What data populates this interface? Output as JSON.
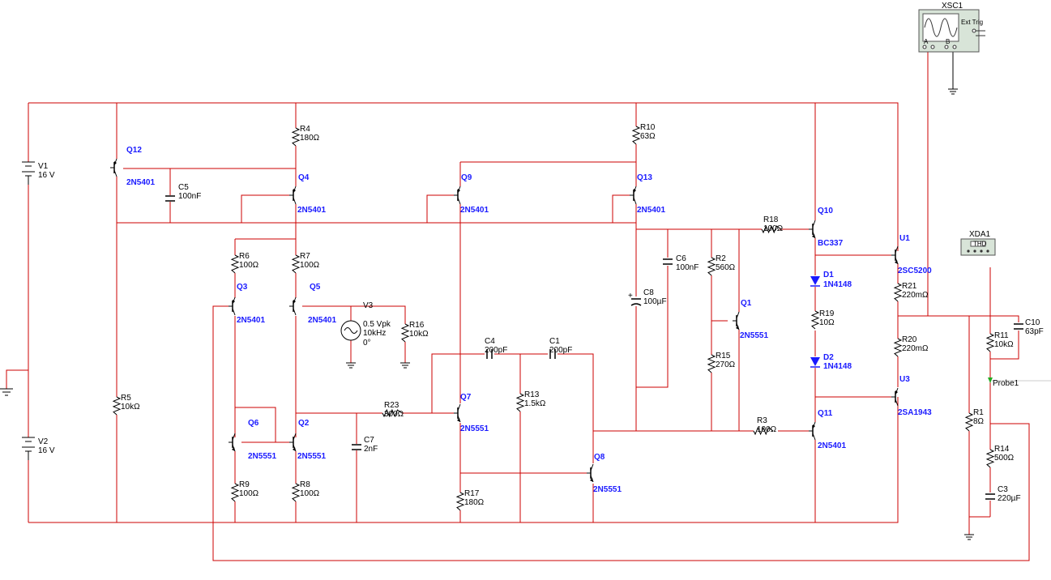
{
  "components": {
    "V1": {
      "ref": "V1",
      "value": "16 V"
    },
    "V2": {
      "ref": "V2",
      "value": "16 V"
    },
    "V3": {
      "ref": "V3",
      "value": "0.5 Vpk",
      "freq": "10kHz",
      "phase": "0°"
    },
    "Q1": {
      "ref": "Q1",
      "part": "2N5551"
    },
    "Q2": {
      "ref": "Q2",
      "part": "2N5551"
    },
    "Q3": {
      "ref": "Q3",
      "part": "2N5401"
    },
    "Q4": {
      "ref": "Q4",
      "part": "2N5401"
    },
    "Q5": {
      "ref": "Q5",
      "part": "2N5401"
    },
    "Q6": {
      "ref": "Q6",
      "part": "2N5551"
    },
    "Q7": {
      "ref": "Q7",
      "part": "2N5551"
    },
    "Q8": {
      "ref": "Q8",
      "part": "2N5551"
    },
    "Q9": {
      "ref": "Q9",
      "part": "2N5401"
    },
    "Q10": {
      "ref": "Q10",
      "part": "BC337"
    },
    "Q11": {
      "ref": "Q11",
      "part": "2N5401"
    },
    "Q12": {
      "ref": "Q12",
      "part": "2N5401"
    },
    "Q13": {
      "ref": "Q13",
      "part": "2N5401"
    },
    "U1": {
      "ref": "U1",
      "part": "2SC5200"
    },
    "U3": {
      "ref": "U3",
      "part": "2SA1943"
    },
    "R1": {
      "ref": "R1",
      "value": "8Ω"
    },
    "R2": {
      "ref": "R2",
      "value": "560Ω"
    },
    "R3": {
      "ref": "R3",
      "value": "100Ω"
    },
    "R4": {
      "ref": "R4",
      "value": "180Ω"
    },
    "R5": {
      "ref": "R5",
      "value": "10kΩ"
    },
    "R6": {
      "ref": "R6",
      "value": "100Ω"
    },
    "R7": {
      "ref": "R7",
      "value": "100Ω"
    },
    "R8": {
      "ref": "R8",
      "value": "100Ω"
    },
    "R9": {
      "ref": "R9",
      "value": "100Ω"
    },
    "R10": {
      "ref": "R10",
      "value": "63Ω"
    },
    "R11": {
      "ref": "R11",
      "value": "10kΩ"
    },
    "R13": {
      "ref": "R13",
      "value": "1.5kΩ"
    },
    "R14": {
      "ref": "R14",
      "value": "500Ω"
    },
    "R15": {
      "ref": "R15",
      "value": "270Ω"
    },
    "R16": {
      "ref": "R16",
      "value": "10kΩ"
    },
    "R17": {
      "ref": "R17",
      "value": "180Ω"
    },
    "R18": {
      "ref": "R18",
      "value": "100Ω"
    },
    "R19": {
      "ref": "R19",
      "value": "10Ω"
    },
    "R20": {
      "ref": "R20",
      "value": "220mΩ"
    },
    "R21": {
      "ref": "R21",
      "value": "220mΩ"
    },
    "R23": {
      "ref": "R23",
      "value": "300Ω"
    },
    "C1": {
      "ref": "C1",
      "value": "200pF"
    },
    "C3": {
      "ref": "C3",
      "value": "220µF"
    },
    "C4": {
      "ref": "C4",
      "value": "200pF"
    },
    "C5": {
      "ref": "C5",
      "value": "100nF"
    },
    "C6": {
      "ref": "C6",
      "value": "100nF"
    },
    "C7": {
      "ref": "C7",
      "value": "2nF"
    },
    "C8": {
      "ref": "C8",
      "value": "100µF"
    },
    "C10": {
      "ref": "C10",
      "value": "63pF"
    },
    "D1": {
      "ref": "D1",
      "part": "1N4148"
    },
    "D2": {
      "ref": "D2",
      "part": "1N4148"
    }
  },
  "instruments": {
    "XSC1": {
      "ref": "XSC1",
      "ext_trig": "Ext Trig",
      "ch_a": "A",
      "ch_b": "B"
    },
    "XDA1": {
      "ref": "XDA1",
      "label": "THD"
    },
    "probe": {
      "label": "Probe1"
    }
  },
  "colors": {
    "wire": "#cc0000",
    "component": "#000000",
    "part_label": "#1a1aff",
    "diode": "#1a1aff",
    "probe": "#22aa22",
    "instrument_fill": "#d8e4d8"
  }
}
